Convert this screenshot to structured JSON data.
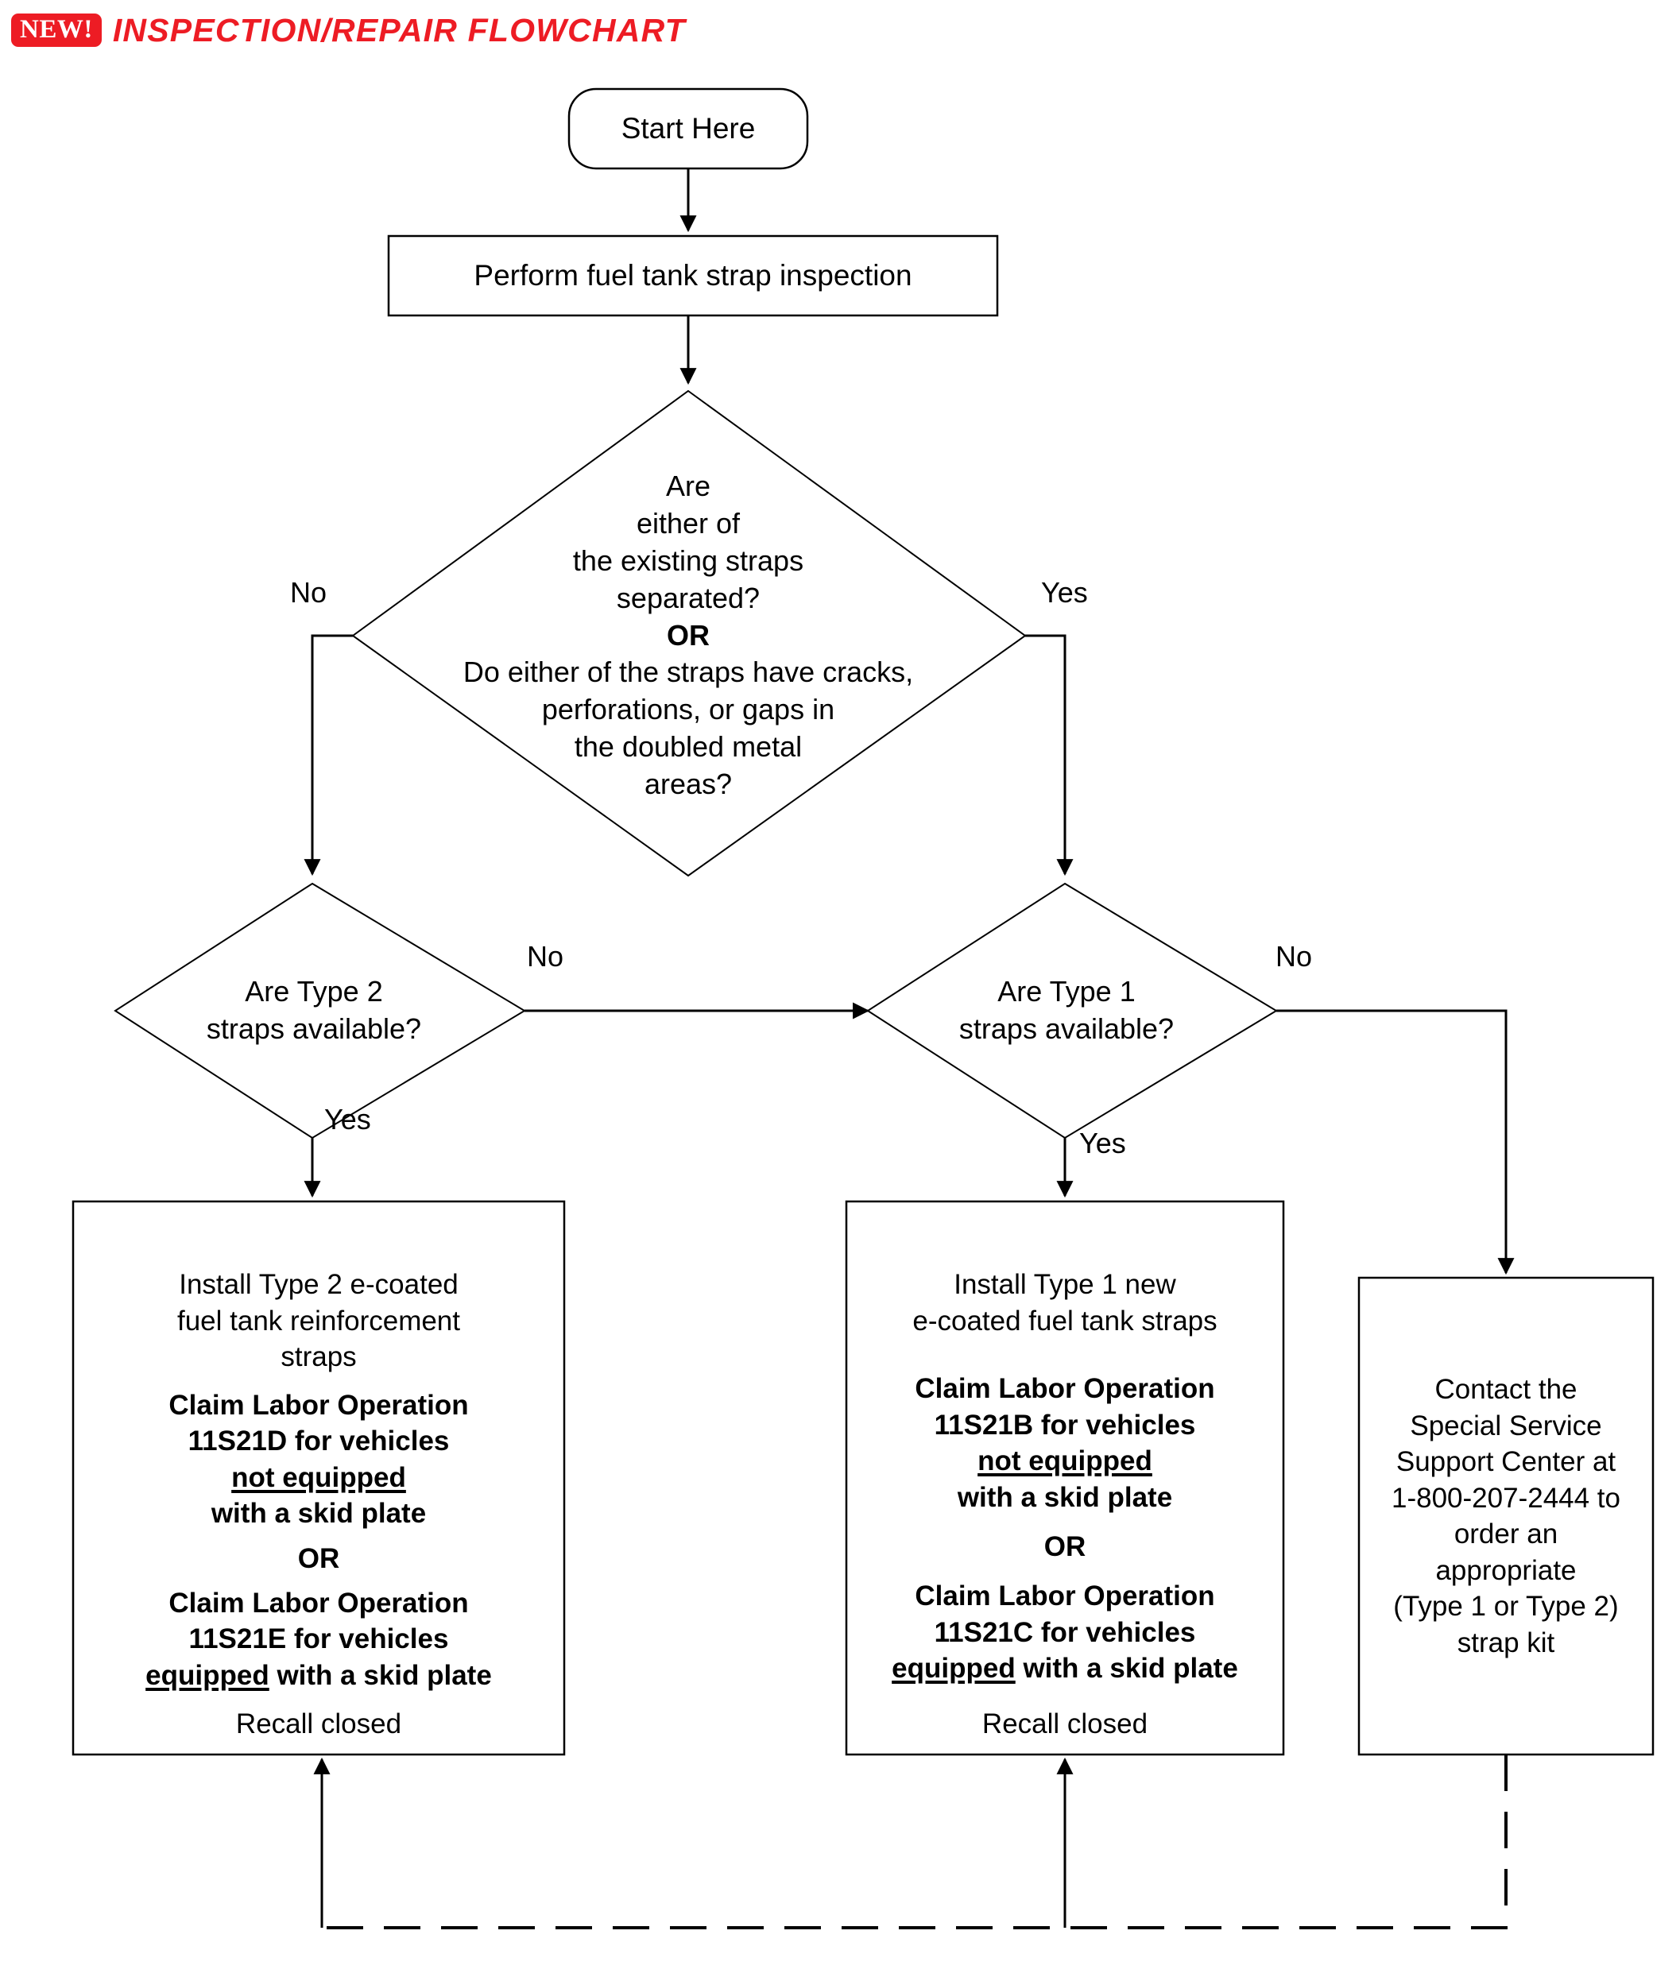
{
  "header": {
    "badge": "NEW!",
    "title": "INSPECTION/REPAIR  FLOWCHART",
    "accent_color": "#ED1C24"
  },
  "flowchart": {
    "type": "flowchart",
    "stroke_color": "#000000",
    "fill_color": "#FFFFFF",
    "nodes": {
      "start": {
        "shape": "rounded-rectangle",
        "label": "Start Here"
      },
      "inspect": {
        "shape": "rectangle",
        "label": "Perform fuel tank strap inspection"
      },
      "main_decision": {
        "shape": "diamond",
        "line1": "Are",
        "line2": "either of",
        "line3": "the existing straps",
        "line4": "separated?",
        "line5": "OR",
        "line6": "Do either of the straps have cracks,",
        "line7": "perforations, or gaps in",
        "line8": "the doubled metal",
        "line9": "areas?"
      },
      "type2_decision": {
        "shape": "diamond",
        "line1": "Are Type 2",
        "line2": "straps available?"
      },
      "type1_decision": {
        "shape": "diamond",
        "line1": "Are Type 1",
        "line2": "straps available?"
      },
      "type2_result": {
        "shape": "rectangle",
        "line1": "Install Type 2 e-coated",
        "line2": "fuel tank reinforcement",
        "line3": "straps",
        "claim1_l1": "Claim Labor Operation",
        "claim1_l2": "11S21D for vehicles",
        "claim1_l3_ul": "not equipped",
        "claim1_l4": "with a skid plate",
        "or": "OR",
        "claim2_l1": "Claim Labor Operation",
        "claim2_l2": "11S21E for vehicles",
        "claim2_l3_ul": "equipped",
        "claim2_l3_rest": " with a skid plate",
        "closed": "Recall closed"
      },
      "type1_result": {
        "shape": "rectangle",
        "line1": "Install Type 1 new",
        "line2": "e-coated fuel tank straps",
        "claim1_l1": "Claim Labor Operation",
        "claim1_l2": "11S21B for vehicles",
        "claim1_l3_ul": "not equipped",
        "claim1_l4": "with a skid plate",
        "or": "OR",
        "claim2_l1": "Claim Labor Operation",
        "claim2_l2": "11S21C for vehicles",
        "claim2_l3_ul": "equipped",
        "claim2_l3_rest": " with a skid plate",
        "closed": "Recall closed"
      },
      "contact": {
        "shape": "rectangle",
        "line1": "Contact the",
        "line2": "Special Service",
        "line3": "Support Center at",
        "line4": "1-800-207-2444 to",
        "line5": "order an",
        "line6": "appropriate",
        "line7": "(Type 1 or Type 2)",
        "line8": "strap kit"
      }
    },
    "edges": {
      "main_no": "No",
      "main_yes": "Yes",
      "type2_no": "No",
      "type2_yes": "Yes",
      "type1_no": "No",
      "type1_yes": "Yes"
    }
  }
}
